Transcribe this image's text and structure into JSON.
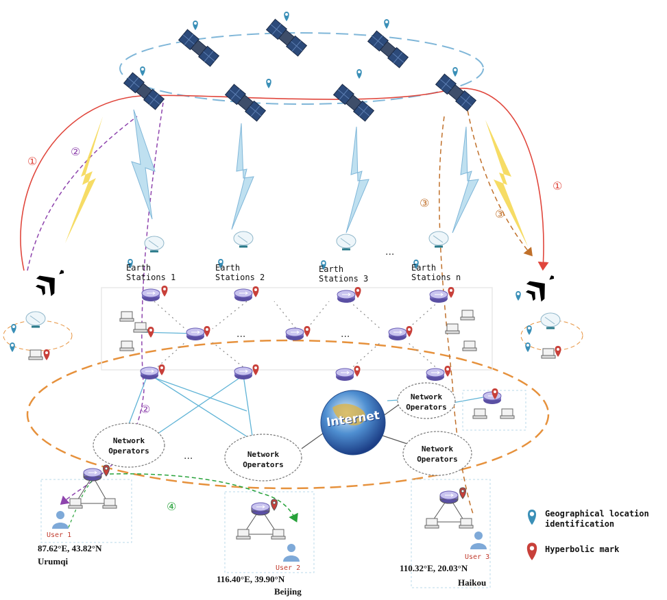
{
  "earth_stations": [
    {
      "label": "Earth\nStations 1"
    },
    {
      "label": "Earth\nStations 2"
    },
    {
      "label": "Earth\nStations 3"
    },
    {
      "label": "Earth\nStations n"
    }
  ],
  "network_operators_label": "Network\nOperators",
  "internet_label": "Internet",
  "users": [
    {
      "name": "User 1",
      "coords": "87.62°E, 43.82°N",
      "city": "Urumqi"
    },
    {
      "name": "User 2",
      "coords": "116.40°E, 39.90°N",
      "city": "Beijing"
    },
    {
      "name": "User 3",
      "coords": "110.32°E, 20.03°N",
      "city": "Haikou"
    }
  ],
  "route_markers": {
    "r1": "①",
    "r2": "②",
    "r3": "③",
    "r4": "④"
  },
  "ellipsis": "...",
  "legend": {
    "geo": "Geographical location\nidentification",
    "hyper": "Hyperbolic mark"
  },
  "colors": {
    "route1": "#e0463c",
    "route2": "#8e44ad",
    "route3": "#d3782a",
    "route4": "#27a23a",
    "orbit": "#7fb6d8",
    "ground_ring": "#e6913c",
    "link": "#5fb3d6",
    "geo_pin": "#3a8fb7",
    "hyper_pin": "#c8403a"
  }
}
